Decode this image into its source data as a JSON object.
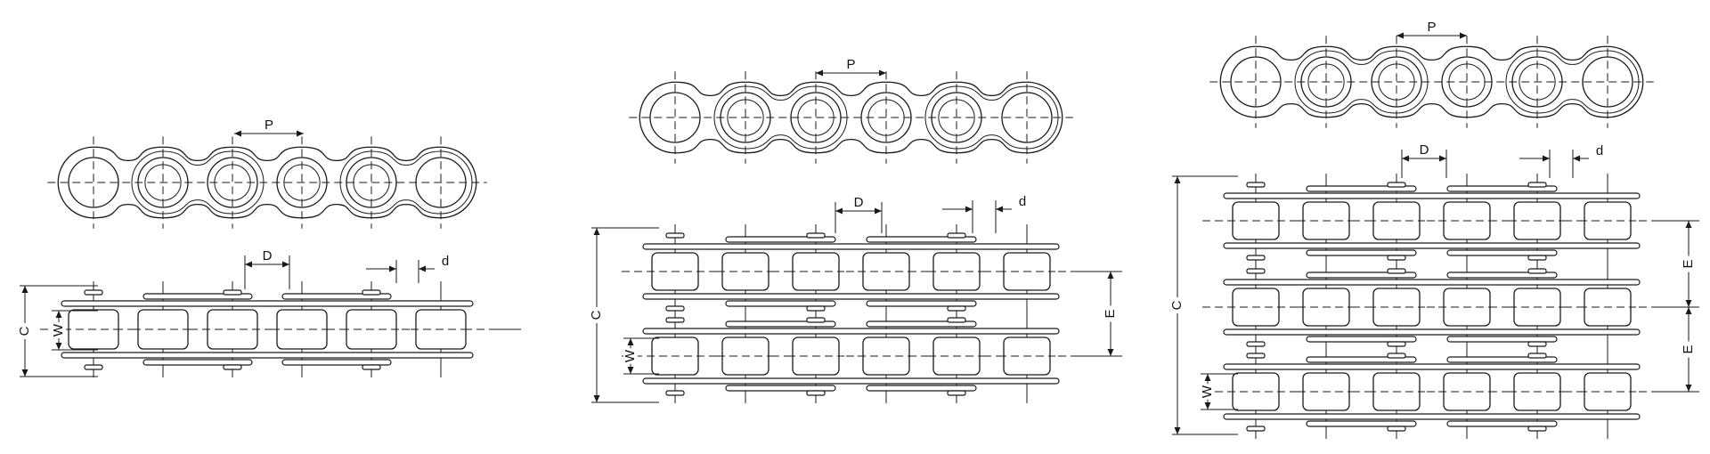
{
  "labels": {
    "pitch": "P",
    "roller_diameter": "D",
    "pin_diameter": "d",
    "inner_width": "W",
    "overall_width": "C",
    "transverse_pitch": "E"
  },
  "figures": [
    {
      "strands": 1
    },
    {
      "strands": 2
    },
    {
      "strands": 3
    }
  ]
}
